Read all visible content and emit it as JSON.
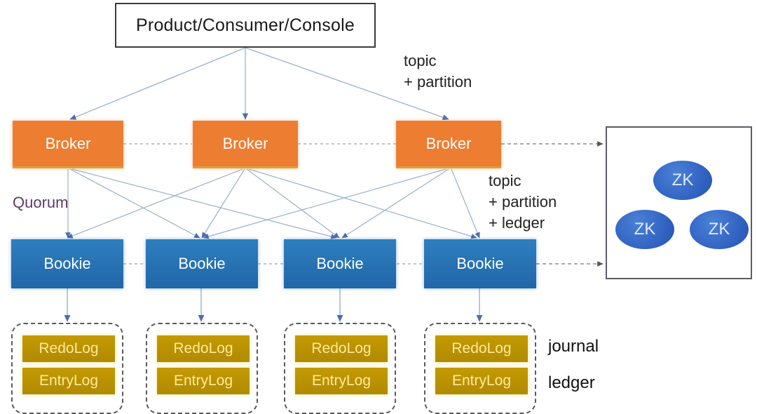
{
  "diagram": {
    "title": "Pulsar broker / bookie / zookeeper architecture",
    "colors": {
      "broker": "#ED7D31",
      "bookie": "#2E75B6",
      "log": "#BF9000",
      "log_text": "#FFE99A",
      "zk": "#2E5FC0",
      "quorum_label": "#5F3A6B",
      "client_border": "#3B3B3B",
      "wire": "#8FA8C8",
      "dotted_wire": "#777777"
    }
  },
  "client": {
    "label": "Product/Consumer/Console"
  },
  "brokers": [
    {
      "label": "Broker"
    },
    {
      "label": "Broker"
    },
    {
      "label": "Broker"
    }
  ],
  "bookies": [
    {
      "label": "Bookie"
    },
    {
      "label": "Bookie"
    },
    {
      "label": "Bookie"
    },
    {
      "label": "Bookie"
    }
  ],
  "log_groups": [
    {
      "redo": "RedoLog",
      "entry": "EntryLog"
    },
    {
      "redo": "RedoLog",
      "entry": "EntryLog"
    },
    {
      "redo": "RedoLog",
      "entry": "EntryLog"
    },
    {
      "redo": "RedoLog",
      "entry": "EntryLog"
    }
  ],
  "zookeeper": {
    "nodes": [
      {
        "label": "ZK"
      },
      {
        "label": "ZK"
      },
      {
        "label": "ZK"
      }
    ]
  },
  "labels": {
    "topic_partition": "topic\n+ partition",
    "topic_partition_ledger": "topic\n+ partition\n+ ledger",
    "quorum": "Quorum",
    "journal": "journal",
    "ledger": "ledger"
  }
}
